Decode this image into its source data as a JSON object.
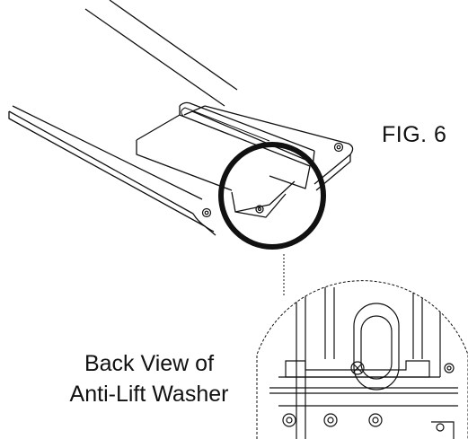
{
  "figure": {
    "label": "FIG. 6"
  },
  "caption": {
    "line1": "Back View of",
    "line2": "Anti-Lift Washer"
  },
  "colors": {
    "ink": "#111111",
    "background": "#ffffff"
  }
}
